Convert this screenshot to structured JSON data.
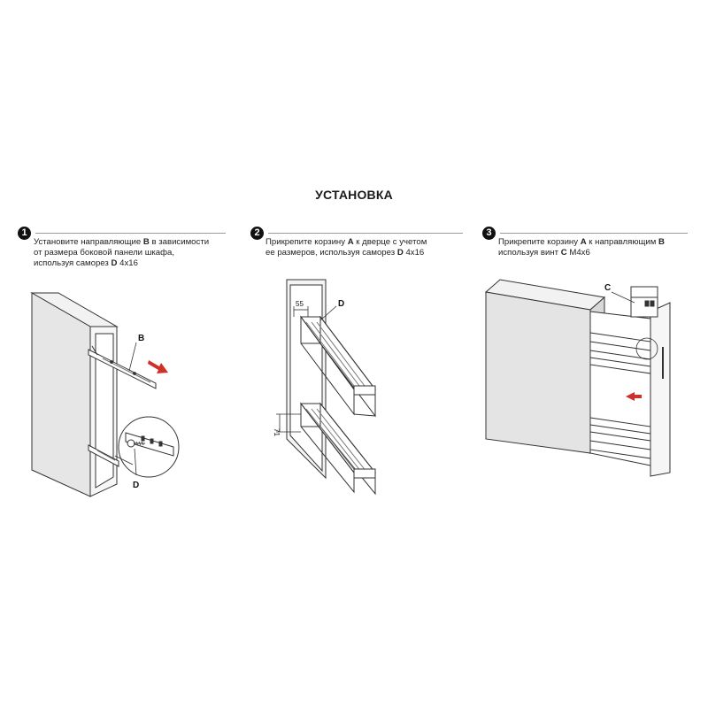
{
  "title": "УСТАНОВКА",
  "steps": [
    {
      "number": "1",
      "lines": [
        [
          {
            "t": "Установите направляющие "
          },
          {
            "t": "B",
            "b": true
          },
          {
            "t": " в зависимости"
          }
        ],
        [
          {
            "t": "от размера боковой панели шкафа,"
          }
        ],
        [
          {
            "t": "используя саморез "
          },
          {
            "t": "D",
            "b": true
          },
          {
            "t": " 4x16"
          }
        ]
      ],
      "labels": {
        "rail": "B",
        "screw": "D"
      }
    },
    {
      "number": "2",
      "lines": [
        [
          {
            "t": "Прикрепите корзину "
          },
          {
            "t": "A",
            "b": true
          },
          {
            "t": " к дверце с учетом"
          }
        ],
        [
          {
            "t": "ее размеров, используя саморез "
          },
          {
            "t": "D",
            "b": true
          },
          {
            "t": " 4x16"
          }
        ]
      ],
      "labels": {
        "screw": "D",
        "dim_top": "55",
        "dim_side": "71"
      }
    },
    {
      "number": "3",
      "lines": [
        [
          {
            "t": "Прикрепите корзину "
          },
          {
            "t": "A",
            "b": true
          },
          {
            "t": " к направляющим "
          },
          {
            "t": "B",
            "b": true
          }
        ],
        [
          {
            "t": "используя винт "
          },
          {
            "t": "C",
            "b": true
          },
          {
            "t": " M4x6"
          }
        ]
      ],
      "labels": {
        "screw": "C"
      }
    }
  ],
  "colors": {
    "arrow": "#d0302a",
    "line": "#333333",
    "panel": "#eeeeee",
    "panel_dark": "#d6d6d6"
  }
}
